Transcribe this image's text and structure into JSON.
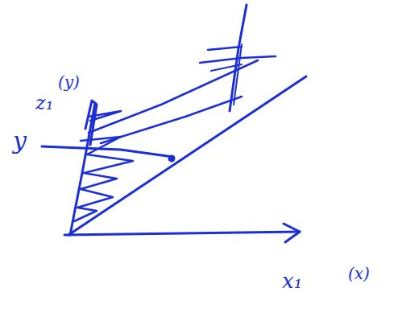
{
  "diagram": {
    "labels": [
      "(y)",
      "z₁",
      "y",
      "x₁",
      "(x)"
    ]
  }
}
